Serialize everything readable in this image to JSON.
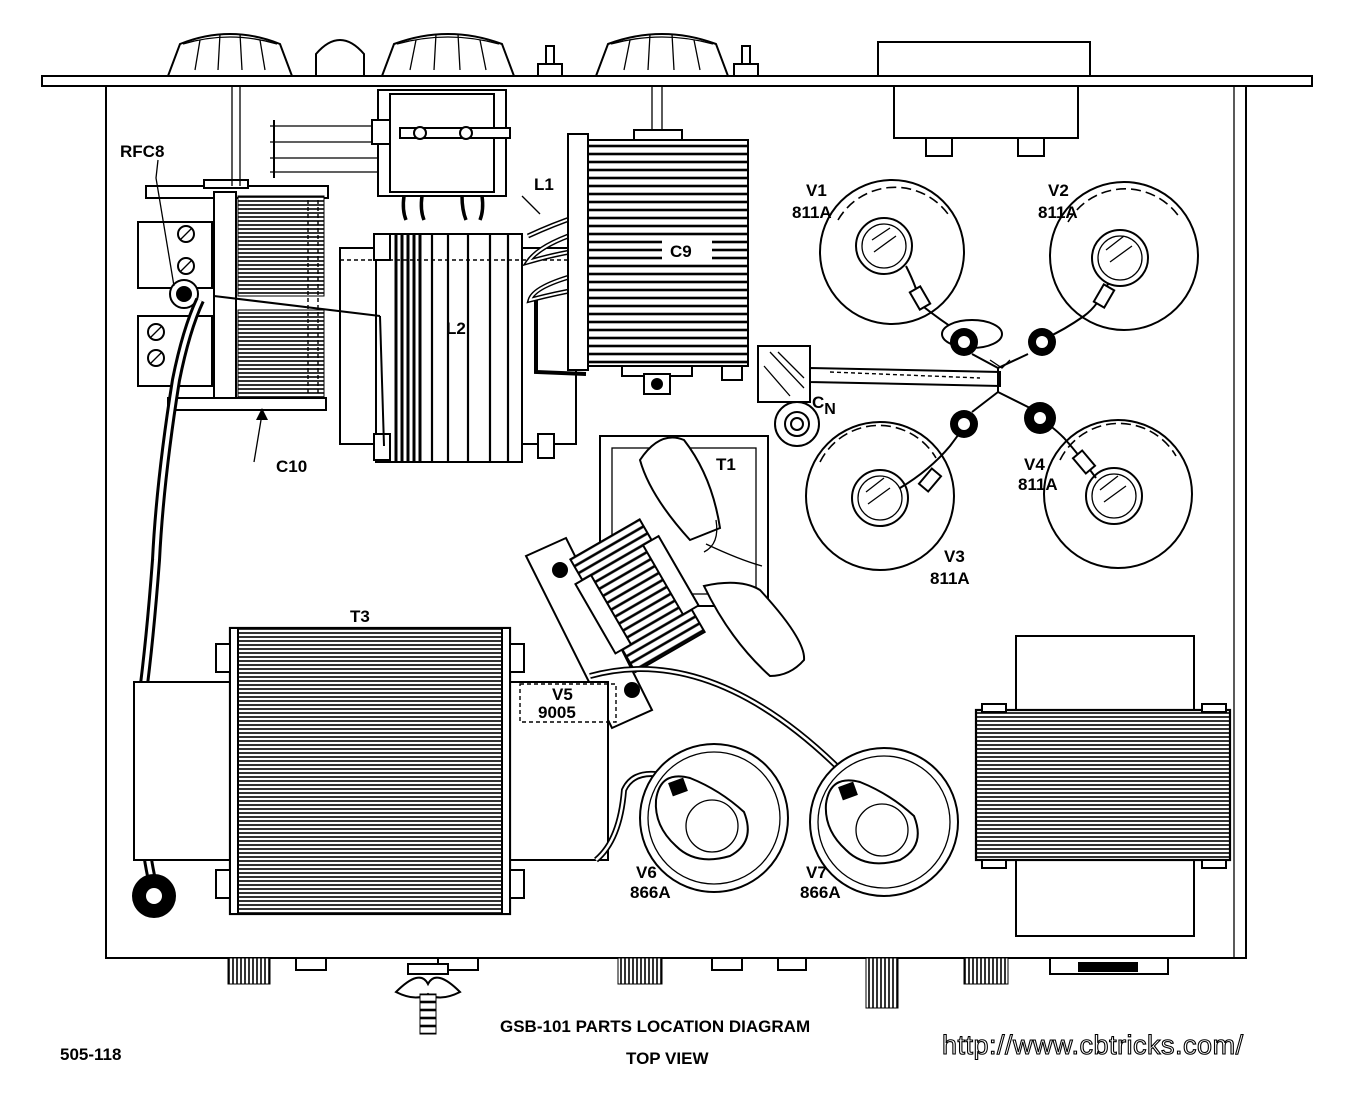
{
  "diagram": {
    "caption_title": "GSB-101  PARTS LOCATION DIAGRAM",
    "caption_subtitle": "TOP VIEW",
    "drawing_number": "505-118",
    "watermark": "http://www.cbtricks.com/",
    "parts": {
      "rfc8": "RFC8",
      "c10": "C10",
      "l1": "L1",
      "l2": "L2",
      "c9": "C9",
      "cn": "CN",
      "t1": "T1",
      "t3": "T3",
      "v1": {
        "ref": "V1",
        "type": "811A"
      },
      "v2": {
        "ref": "V2",
        "type": "811A"
      },
      "v3": {
        "ref": "V3",
        "type": "811A"
      },
      "v4": {
        "ref": "V4",
        "type": "811A"
      },
      "v5": {
        "ref": "V5",
        "type": "9005"
      },
      "v6": {
        "ref": "V6",
        "type": "866A"
      },
      "v7": {
        "ref": "V7",
        "type": "866A"
      }
    }
  }
}
